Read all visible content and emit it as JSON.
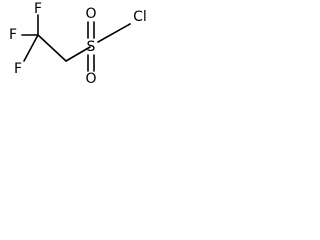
{
  "molecule": {
    "atoms": {
      "f_top": "F",
      "f_left": "F",
      "f_bottom": "F",
      "o_top": "O",
      "o_bottom": "O",
      "sulfur": "S",
      "chlorine": "Cl"
    }
  }
}
